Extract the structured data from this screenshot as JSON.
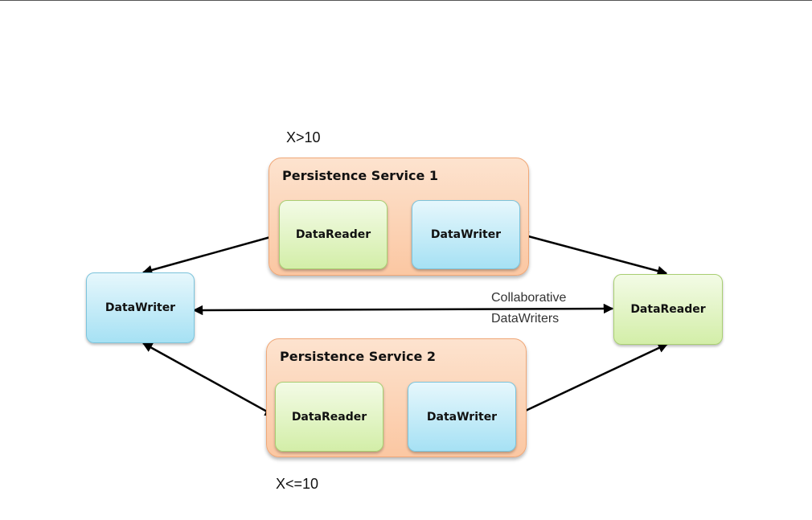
{
  "conditions": {
    "top": "X>10",
    "bottom": "X<=10"
  },
  "persistence_services": [
    {
      "title": "Persistence Service 1",
      "reader_label": "DataReader",
      "writer_label": "DataWriter"
    },
    {
      "title": "Persistence Service 2",
      "reader_label": "DataReader",
      "writer_label": "DataWriter"
    }
  ],
  "source": {
    "label": "DataWriter"
  },
  "destination": {
    "label": "DataReader"
  },
  "link_label": {
    "line1": "Collaborative",
    "line2": "DataWriters"
  },
  "colors": {
    "writer_fill": "#a6e1f4",
    "reader_fill": "#d3eea8",
    "service_fill": "#fbc7a2",
    "arrow": "#000000"
  }
}
